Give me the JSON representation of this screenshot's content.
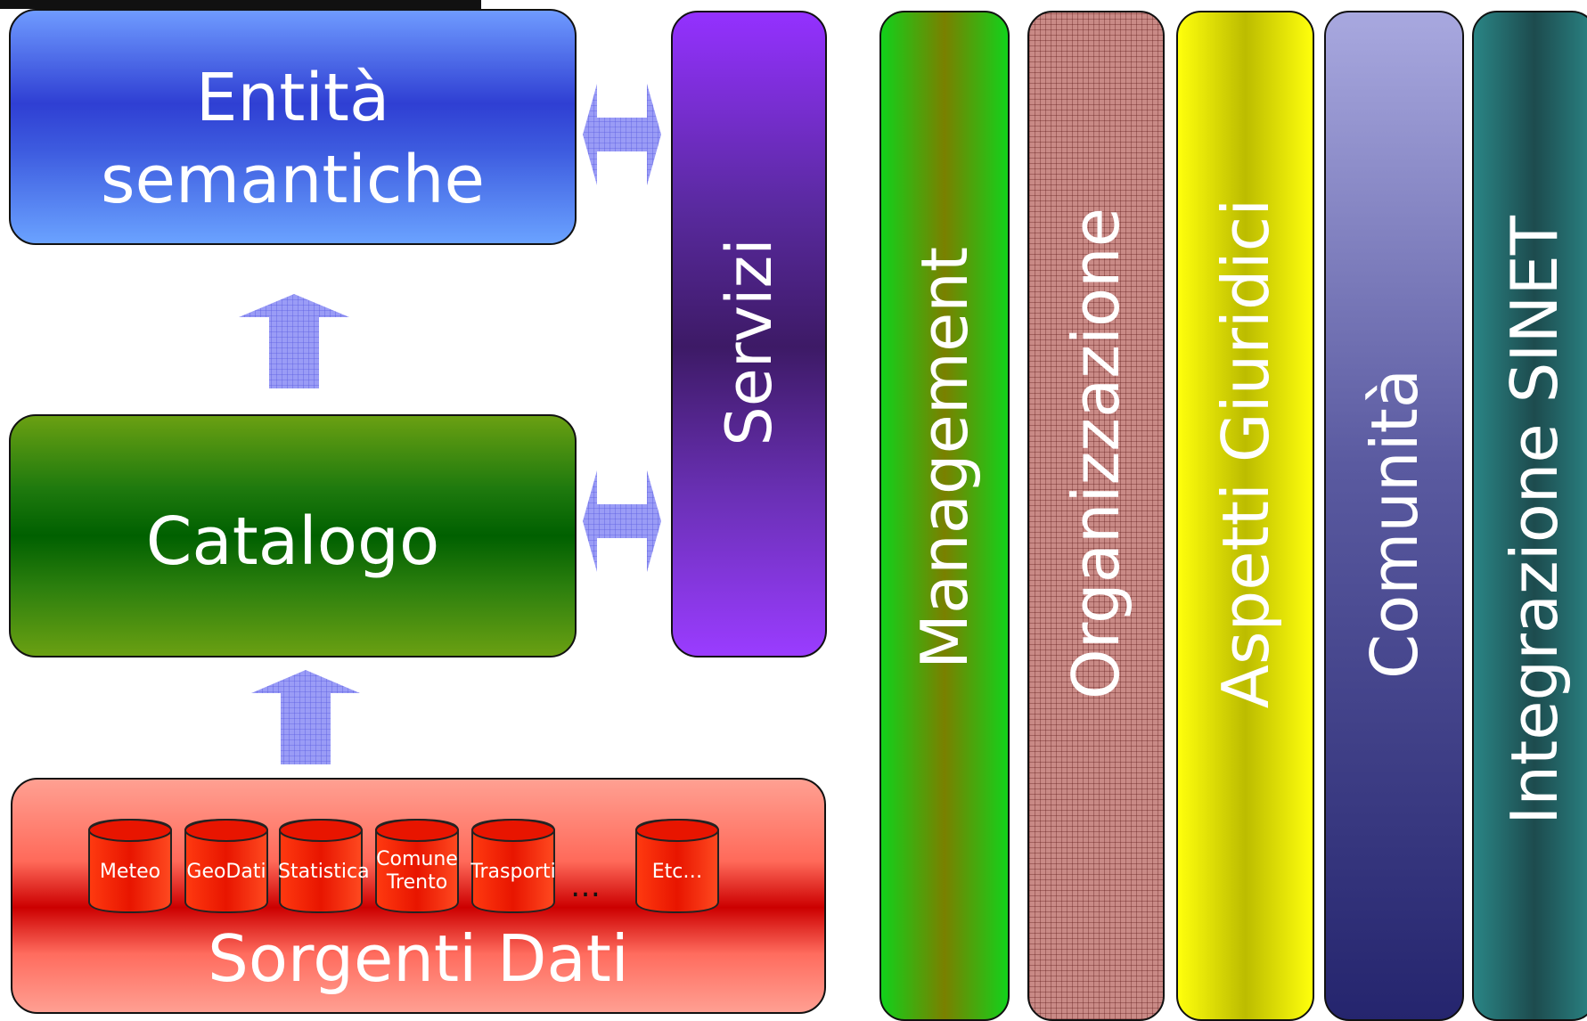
{
  "boxes": {
    "entita": "Entità semantiche",
    "entita_line1": "Entità",
    "entita_line2": "semantiche",
    "catalogo": "Catalogo",
    "sorgenti": "Sorgenti Dati",
    "servizi": "Servizi"
  },
  "pillars": [
    {
      "label": "Management"
    },
    {
      "label": "Organizzazione"
    },
    {
      "label": "Aspetti Giuridici"
    },
    {
      "label": "Comunità"
    },
    {
      "label": "Integrazione SINET"
    }
  ],
  "data_sources": {
    "meteo": "Meteo",
    "geodati": "GeoDati",
    "statistica": "Statistica",
    "comune_line1": "Comune",
    "comune_line2": "Trento",
    "trasporti": "Trasporti",
    "ellipsis": "…",
    "etc": "Etc…"
  },
  "colors": {
    "arrow_fill": "#9a9cf6",
    "entita": "#3d50db",
    "catalogo": "#1f7a0e",
    "sorgenti": "#e60000",
    "servizi": "#8c31f5"
  }
}
